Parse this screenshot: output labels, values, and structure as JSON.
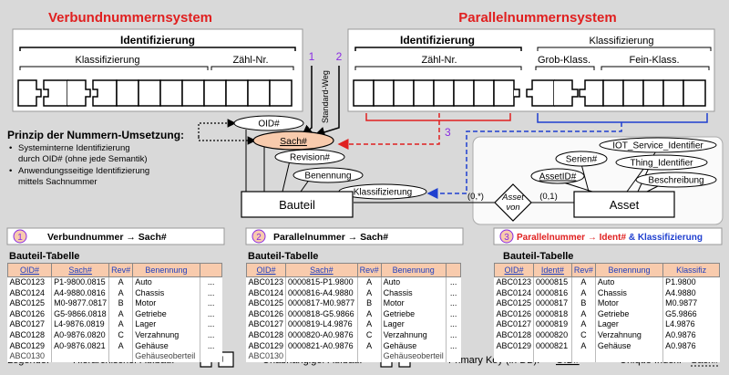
{
  "titles": {
    "left": "Verbundnummernsystem",
    "right": "Parallelnummernsystem"
  },
  "left_structure": {
    "header": "Identifizierung",
    "sub_left": "Klassifizierung",
    "sub_right": "Zähl-Nr."
  },
  "right_structure": {
    "header_left": "Identifizierung",
    "header_right": "Klassifizierung",
    "sub_zaehl": "Zähl-Nr.",
    "sub_grob": "Grob-Klass.",
    "sub_fein": "Fein-Klass."
  },
  "arrows": {
    "num1": "1",
    "num2": "2",
    "num3": "3",
    "standard_weg": "Standard-Weg"
  },
  "principle": {
    "title": "Prinzip der Nummern-Umsetzung:",
    "b1a": "Systeminterne Identifizierung",
    "b1b": "durch OID# (ohne jede Semantik)",
    "b2a": "Anwendungsseitige Identifizierung",
    "b2b": "mittels Sachnummer"
  },
  "er": {
    "oid": "OID#",
    "sach": "Sach#",
    "revision": "Revision#",
    "benennung": "Benennung",
    "klassifizierung": "Klassifizierung",
    "bauteil": "Bauteil",
    "asset": "Asset",
    "asset_von_1": "Asset",
    "asset_von_2": "von",
    "card_left": "(0,*)",
    "card_right": "(0,1)",
    "serien": "Serien#",
    "assetid": "AssetID#",
    "iot": "IOT_Service_Identifier",
    "thing": "Thing_Identifier",
    "beschreibung": "Beschreibung"
  },
  "panels": [
    {
      "num": "1",
      "heading": "Verbundnummer → Sach#",
      "table_title": "Bauteil-Tabelle",
      "columns": [
        "OID#",
        "Sach#",
        "Rev#",
        "Benennung",
        ""
      ],
      "rows": [
        [
          "ABC0123",
          "P1-9800.0815",
          "A",
          "Auto",
          "..."
        ],
        [
          "ABC0124",
          "A4-9880.0816",
          "A",
          "Chassis",
          "..."
        ],
        [
          "ABC0125",
          "M0-9877.0817",
          "B",
          "Motor",
          "..."
        ],
        [
          "ABC0126",
          "G5-9866.0818",
          "A",
          "Getriebe",
          "..."
        ],
        [
          "ABC0127",
          "L4-9876.0819",
          "A",
          "Lager",
          "..."
        ],
        [
          "ABC0128",
          "A0-9876.0820",
          "C",
          "Verzahnung",
          "..."
        ],
        [
          "ABC0129",
          "A0-9876.0821",
          "A",
          "Gehäuse",
          "..."
        ],
        [
          "ABC0130",
          "",
          "",
          "Gehäuseoberteil",
          ""
        ]
      ]
    },
    {
      "num": "2",
      "heading": "Parallelnummer → Sach#",
      "table_title": "Bauteil-Tabelle",
      "columns": [
        "OID#",
        "Sach#",
        "Rev#",
        "Benennung",
        ""
      ],
      "rows": [
        [
          "ABC0123",
          "0000815-P1.9800",
          "A",
          "Auto",
          "..."
        ],
        [
          "ABC0124",
          "0000816-A4.9880",
          "A",
          "Chassis",
          "..."
        ],
        [
          "ABC0125",
          "0000817-M0.9877",
          "B",
          "Motor",
          "..."
        ],
        [
          "ABC0126",
          "0000818-G5.9866",
          "A",
          "Getriebe",
          "..."
        ],
        [
          "ABC0127",
          "0000819-L4.9876",
          "A",
          "Lager",
          "..."
        ],
        [
          "ABC0128",
          "0000820-A0.9876",
          "C",
          "Verzahnung",
          "..."
        ],
        [
          "ABC0129",
          "0000821-A0.9876",
          "A",
          "Gehäuse",
          "..."
        ],
        [
          "ABC0130",
          "",
          "",
          "Gehäuseoberteil",
          ""
        ]
      ]
    },
    {
      "num": "3",
      "heading_part1": "Parallelnummer → ",
      "heading_part2": "Ident#",
      "heading_part3": " & Klassifizierung",
      "table_title": "Bauteil-Tabelle",
      "columns": [
        "OID#",
        "Ident#",
        "Rev#",
        "Benennung",
        "Klassifiz"
      ],
      "rows": [
        [
          "ABC0123",
          "0000815",
          "A",
          "Auto",
          "P1.9800"
        ],
        [
          "ABC0124",
          "0000816",
          "A",
          "Chassis",
          "A4.9880"
        ],
        [
          "ABC0125",
          "0000817",
          "B",
          "Motor",
          "M0.9877"
        ],
        [
          "ABC0126",
          "0000818",
          "A",
          "Getriebe",
          "G5.9866"
        ],
        [
          "ABC0127",
          "0000819",
          "A",
          "Lager",
          "L4.9876"
        ],
        [
          "ABC0128",
          "0000820",
          "C",
          "Verzahnung",
          "A0.9876"
        ],
        [
          "ABC0129",
          "0000821",
          "A",
          "Gehäuse",
          "A0.9876"
        ],
        [
          "",
          "",
          "",
          "",
          ""
        ]
      ]
    }
  ],
  "legend": {
    "label": "Legende:",
    "hier": "Hierarchischer Aufbau:",
    "unab": "Unabhängiger Aufbau:",
    "pk": "Primary Key (in DB):",
    "pk_val": "OID#",
    "ui": "Unique Index:",
    "ui_val": "Sach#"
  },
  "colors": {
    "red": "#e02020",
    "blue": "#1f3fcf",
    "purple": "#8a2be2",
    "salmon": "#f8cbad"
  }
}
